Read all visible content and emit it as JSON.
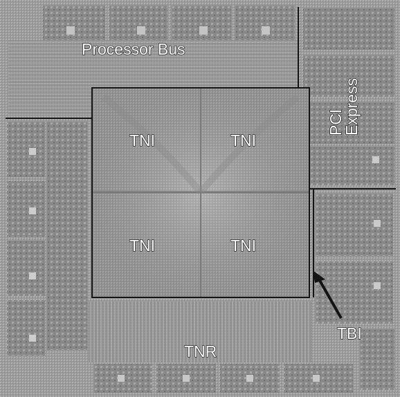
{
  "figure": {
    "labels": {
      "processor_bus": "Processor Bus",
      "pci_line1": "PCI",
      "pci_line2": "Express",
      "tni_1": "TNI",
      "tni_2": "TNI",
      "tni_3": "TNI",
      "tni_4": "TNI",
      "tnr": "TNR",
      "tbi": "TBI"
    },
    "colors": {
      "die_base": "#8e8e8e",
      "die_light": "#b5b5b5",
      "die_dark": "#6f6f6f",
      "outline": "#141414",
      "label_fill": "#ffffff"
    }
  }
}
